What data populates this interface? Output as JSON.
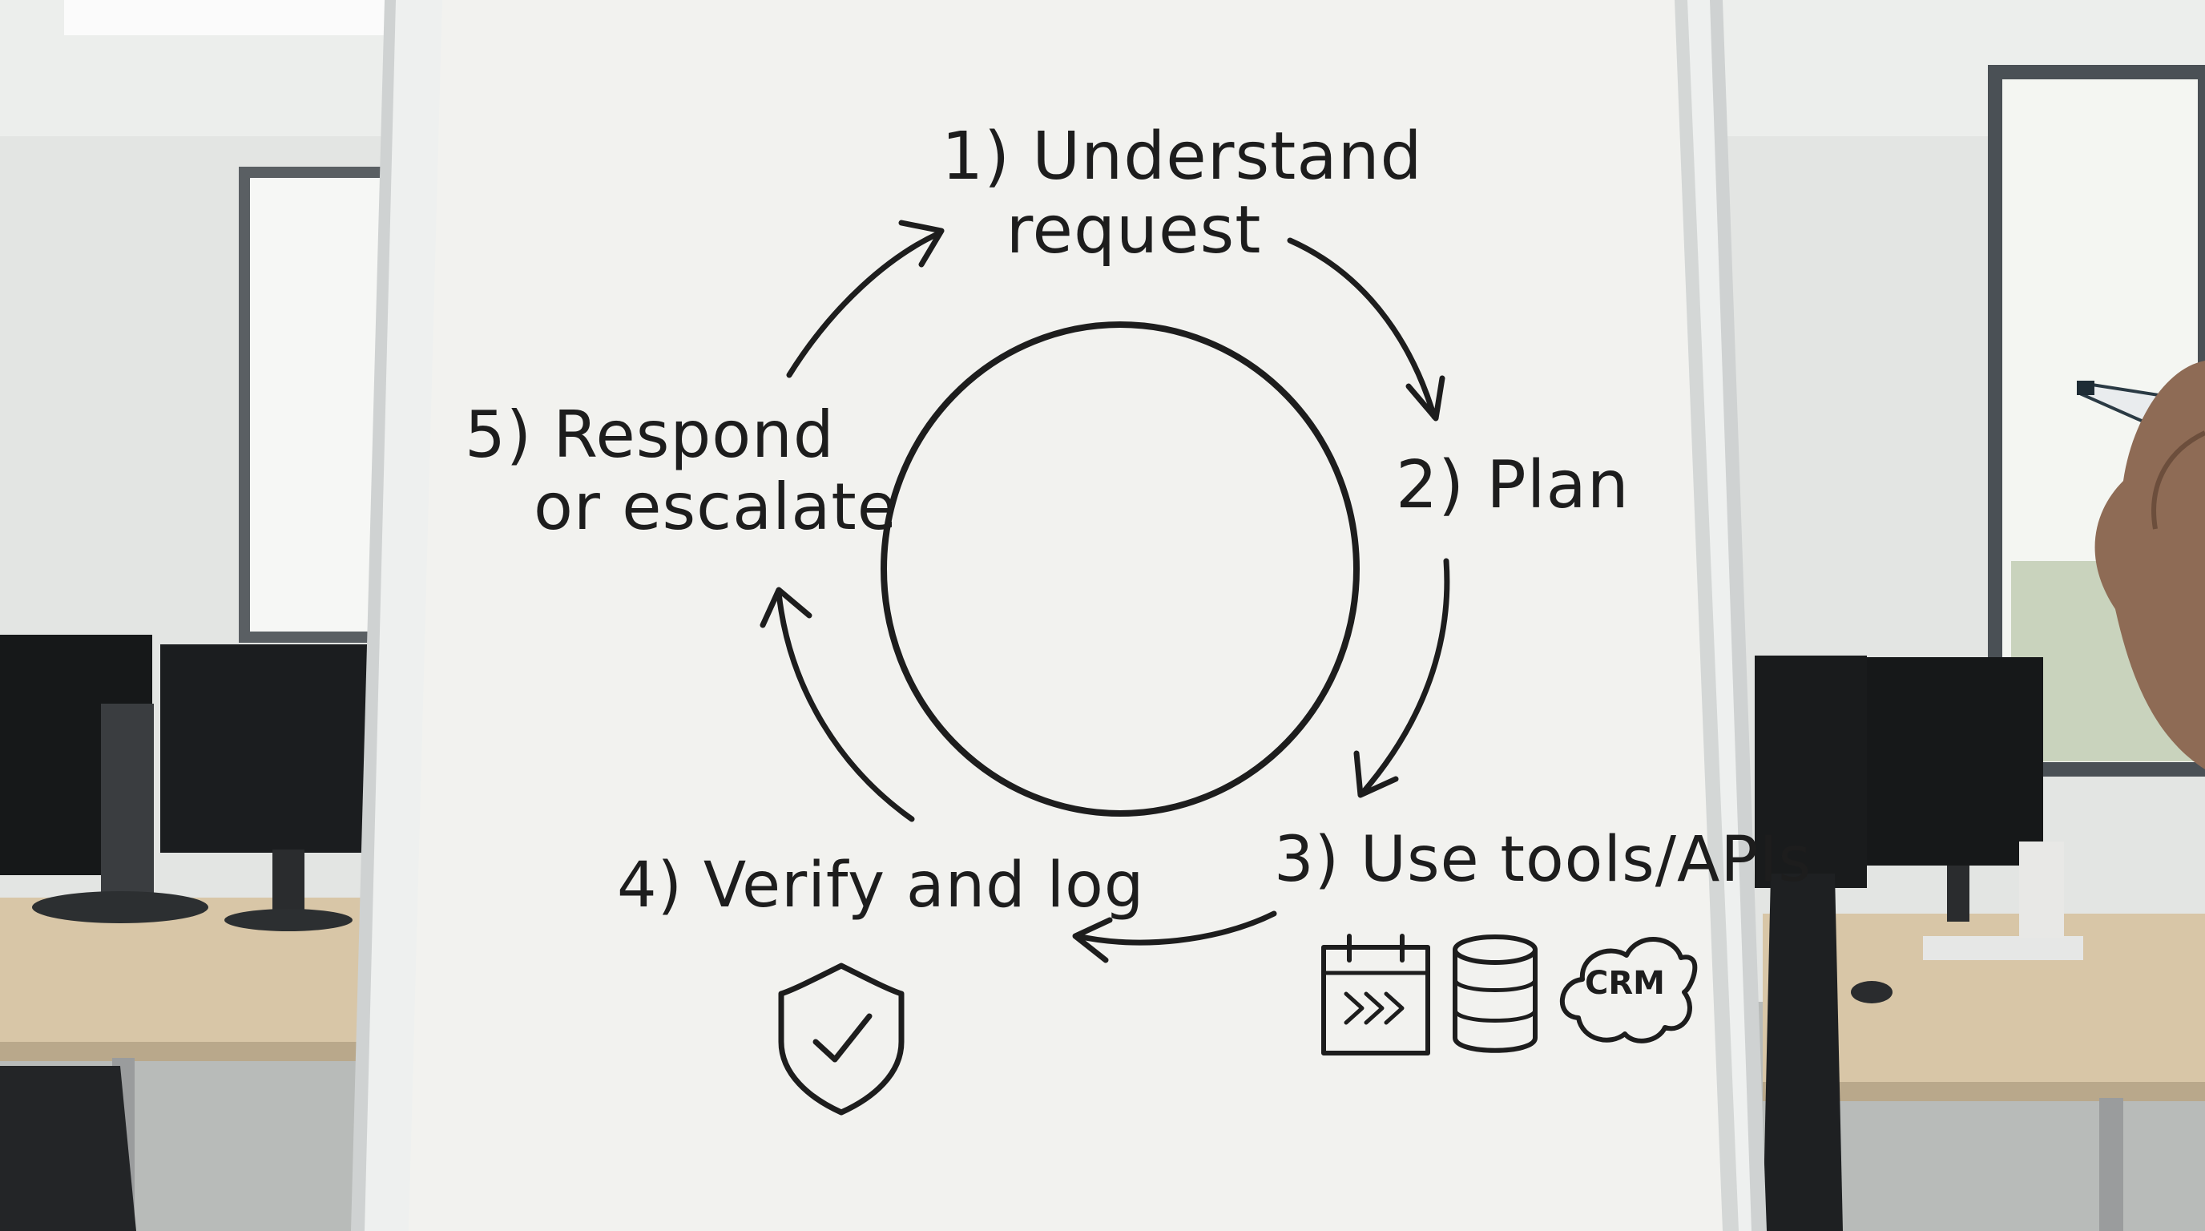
{
  "whiteboard": {
    "steps": [
      {
        "number": "1)",
        "label_line1": "Understand",
        "label_line2": "request"
      },
      {
        "number": "2)",
        "label_line1": "Plan"
      },
      {
        "number": "3)",
        "label_line1": "Use tools/APIs"
      },
      {
        "number": "4)",
        "label_line1": "Verify and log"
      },
      {
        "number": "5)",
        "label_line1": "Respond",
        "label_line2": "or escalate"
      }
    ],
    "tool_icons": [
      "calendar-icon",
      "database-icon",
      "crm-cloud-icon"
    ],
    "crm_label": "CRM",
    "verify_icon": "shield-check-icon",
    "ink_color": "#1d1d1d",
    "board_color": "#f2f2ef"
  },
  "office_background": {
    "wall_color": "#e3e5e3",
    "desk_color": "#d8c6a7",
    "monitor_color": "#161819"
  }
}
